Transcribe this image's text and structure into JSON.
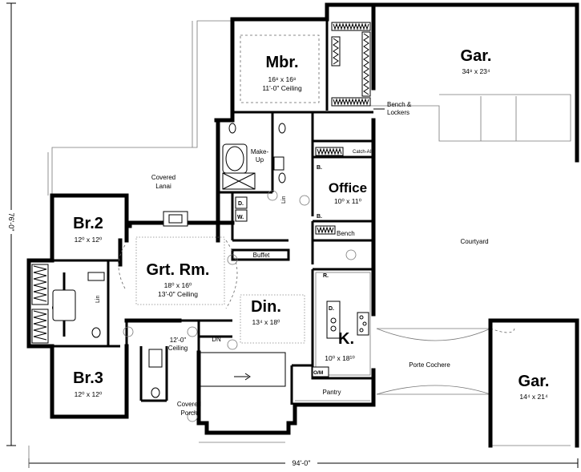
{
  "rooms": {
    "mbr": {
      "name": "Mbr.",
      "dim": "16⁸ x 16⁸",
      "note": "11'-0\" Ceiling"
    },
    "gar1": {
      "name": "Gar.",
      "dim": "34⁸ x 23⁴"
    },
    "bench_lockers": {
      "line1": "Bench &",
      "line2": "Lockers"
    },
    "catch_all": "Catch-All",
    "makeup": {
      "line1": "Make-",
      "line2": "Up"
    },
    "covered_lanai": {
      "line1": "Covered",
      "line2": "Lanai"
    },
    "office": {
      "name": "Office",
      "dim": "10⁰ x 11⁰"
    },
    "b_upper": "B.",
    "b_lower": "B.",
    "d": "D.",
    "w": "W.",
    "lin_mid": "Lin",
    "lin_left": "Lin",
    "bench": "Bench",
    "courtyard": "Courtyard",
    "br2": {
      "name": "Br.2",
      "dim": "12⁰ x 12⁰"
    },
    "grt_rm": {
      "name": "Grt. Rm.",
      "dim": "18⁰ x 16⁰",
      "note": "13'-0\" Ceiling"
    },
    "buffet": "Buffet",
    "r": "R.",
    "din": {
      "name": "Din.",
      "dim": "13⁴ x 18⁰"
    },
    "dw": "D.",
    "kitchen": {
      "name": "K.",
      "dim": "10⁰ x 18¹⁰"
    },
    "foyer_ceiling": {
      "line1": "12'-0\"",
      "line2": "Ceiling"
    },
    "dn": "DN",
    "om": "O/M",
    "pantry": "Pantry",
    "porte_cochere": "Porte Cochere",
    "br3": {
      "name": "Br.3",
      "dim": "12⁰ x 12⁰"
    },
    "covered_porch": {
      "line1": "Covered",
      "line2": "Porch"
    },
    "gar2": {
      "name": "Gar.",
      "dim": "14⁴ x 21⁴"
    }
  },
  "dimensions": {
    "overall_width": "94'-0\"",
    "overall_depth": "76'-0\""
  }
}
